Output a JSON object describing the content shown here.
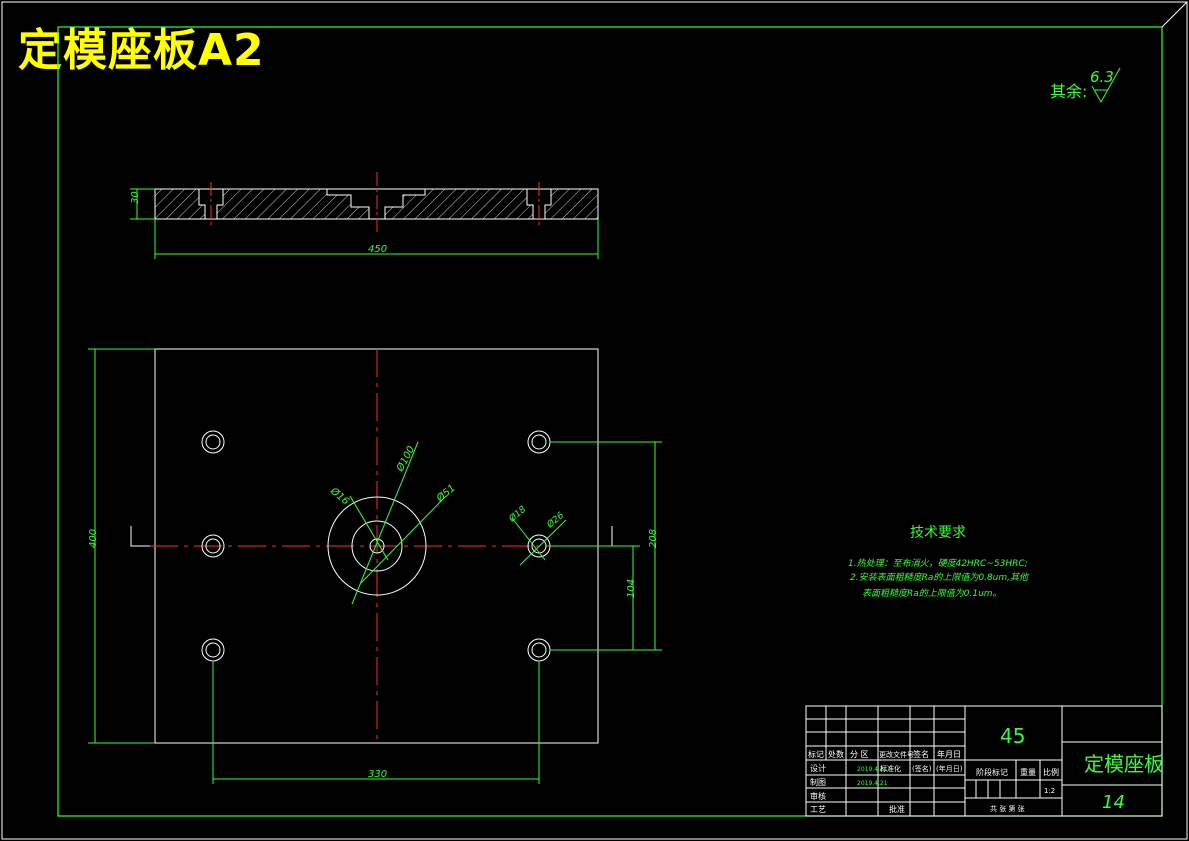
{
  "drawing": {
    "title": "定模座板A2",
    "roughness_label": "其余:",
    "roughness_value": "6.3"
  },
  "dimensions": {
    "section_thickness": "30",
    "section_width": "450",
    "plan_height": "400",
    "plan_hole_spacing_x": "330",
    "upper_hole_offset": "208",
    "middle_hole_offset": "104",
    "dia_100": "Ø100",
    "dia_51": "Ø51",
    "dia_16": "Ø16",
    "dia_hole_small": "Ø18",
    "dia_hole_large": "Ø26"
  },
  "tech_requirements": {
    "heading": "技术要求",
    "line1": "1.热处理：至布消火，硬度42HRC~53HRC;",
    "line2": "2.安装表面粗糙度Ra的上限值为0.8um,其他",
    "line3": "表面粗糙度Ra的上限值为0.1um。"
  },
  "title_block": {
    "material": "45",
    "part_name": "定模座板",
    "drawing_number": "14",
    "row_labels": [
      "标记",
      "处数",
      "分 区",
      "更改文件号",
      "签名",
      "年月日"
    ],
    "designer_label": "设计",
    "designer_date": "2019.4.21",
    "standardize_label": "标准化",
    "sign_label": "(签名)",
    "date_label": "(年月日)",
    "drafter_label": "制图",
    "drafter_date": "2019.4.21",
    "review_label": "审核",
    "process_label": "工艺",
    "approve_label": "批准",
    "stage_label": "阶段标记",
    "weight_label": "重量",
    "scale_label": "比例",
    "scale_value": "1:2",
    "sheet_info": "共 张 第 张"
  },
  "colors": {
    "outline": "#ffffff",
    "dimension": "#33ff33",
    "centerline": "#ff2a2a",
    "title": "#ffff00"
  }
}
